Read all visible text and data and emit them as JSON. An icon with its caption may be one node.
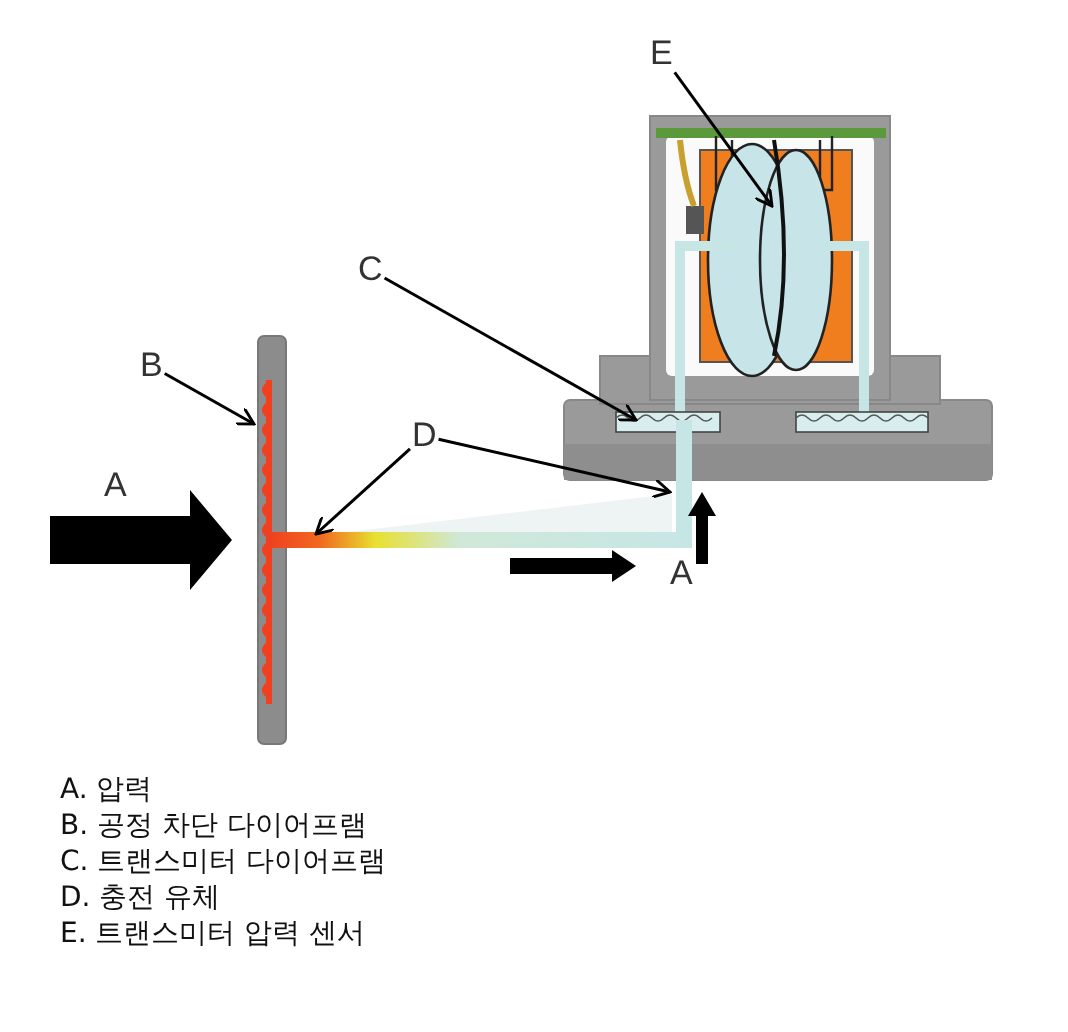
{
  "diagram": {
    "nodes": [
      {
        "text": [
          "B"
        ]
      },
      {
        "text": [
          "C"
        ]
      },
      {
        "text": [
          "D"
        ]
      },
      {
        "text": [
          "E"
        ]
      }
    ],
    "edges": [
      {
        "from": 0,
        "to": null,
        "arrow": "to"
      },
      {
        "from": 1,
        "to": null,
        "arrow": "to"
      },
      {
        "from": 2,
        "to": null,
        "arrow": "to"
      },
      {
        "from": 2,
        "to": null,
        "arrow": "to"
      },
      {
        "from": 3,
        "to": null,
        "arrow": "to"
      }
    ],
    "labels": [
      "A",
      "A",
      "A. 압력",
      "B. 공정 차단 다이어프램",
      "C. 트랜스미터 다이어프램",
      "D. 충전 유체",
      "E. 트랜스미터 압력 센서"
    ]
  }
}
